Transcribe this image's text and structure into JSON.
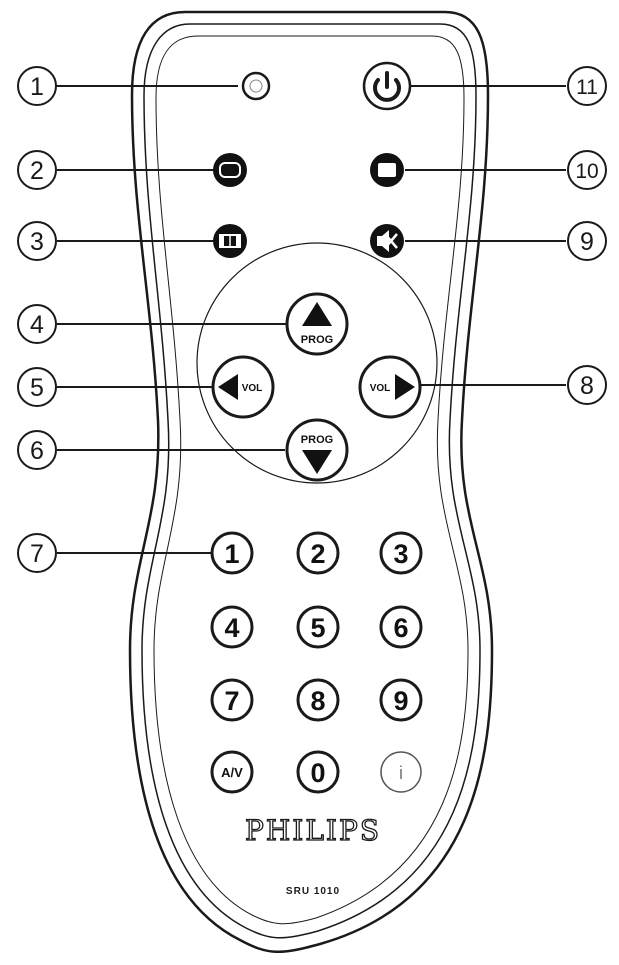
{
  "callouts": [
    "1",
    "2",
    "3",
    "4",
    "5",
    "6",
    "7",
    "8",
    "9",
    "10",
    "11"
  ],
  "buttons": {
    "prog_up": {
      "icon": "triangle-up-icon",
      "label": "PROG"
    },
    "prog_down": {
      "icon": "triangle-down-icon",
      "label": "PROG"
    },
    "vol_left": {
      "icon": "triangle-left-icon",
      "label": "VOL"
    },
    "vol_right": {
      "icon": "triangle-right-icon",
      "label": "VOL"
    },
    "power": {
      "icon": "power-icon"
    },
    "mute": {
      "icon": "speaker-mute-icon"
    },
    "menu_left": {
      "icon": "rounded-rect-icon"
    },
    "menu_right": {
      "icon": "square-icon"
    },
    "format": {
      "icon": "widescreen-icon"
    },
    "indicator": {
      "icon": "led-icon"
    },
    "av": {
      "label": "A/V"
    },
    "info": {
      "label": "i"
    }
  },
  "keypad": [
    "1",
    "2",
    "3",
    "4",
    "5",
    "6",
    "7",
    "8",
    "9",
    "0"
  ],
  "brand": "PHILIPS",
  "model": "SRU 1010",
  "colors": {
    "stroke": "#1a1a1a",
    "button": "#111111",
    "button_text": "#ffffff"
  }
}
